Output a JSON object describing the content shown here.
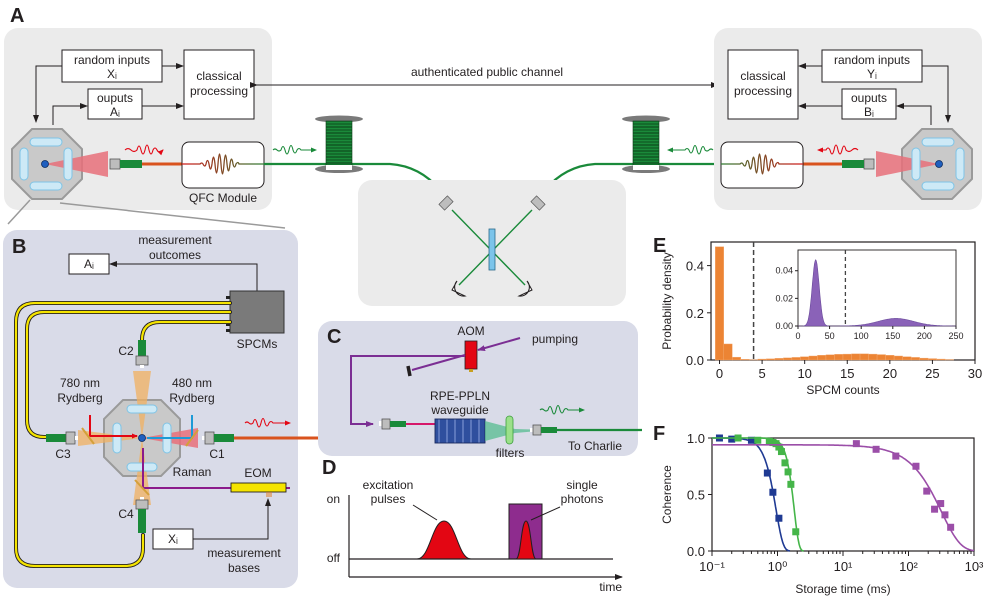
{
  "panel_a": {
    "letter": "A",
    "alice": {
      "random_inputs_label": "random inputs",
      "random_inputs_var": "Xᵢ",
      "outputs_label": "ouputs",
      "outputs_var": "Aᵢ",
      "processing_line1": "classical",
      "processing_line2": "processing",
      "qfc_label": "QFC Module"
    },
    "bob": {
      "random_inputs_label": "random inputs",
      "random_inputs_var": "Yᵢ",
      "outputs_label": "ouputs",
      "outputs_var": "Bᵢ",
      "processing_line1": "classical",
      "processing_line2": "processing"
    },
    "channel_label": "authenticated public channel"
  },
  "panel_b": {
    "letter": "B",
    "outcome_box": "Aᵢ",
    "outcome_label_1": "measurement",
    "outcome_label_2": "outcomes",
    "spcm_label": "SPCMs",
    "c1": "C1",
    "c2": "C2",
    "c3": "C3",
    "c4": "C4",
    "laser780_1": "780 nm",
    "laser780_2": "Rydberg",
    "laser480_1": "480 nm",
    "laser480_2": "Rydberg",
    "raman": "Raman",
    "eom": "EOM",
    "bases_box": "Xᵢ",
    "bases_label_1": "measurement",
    "bases_label_2": "bases"
  },
  "panel_c": {
    "letter": "C",
    "aom": "AOM",
    "pumping": "pumping",
    "wg_1": "RPE-PPLN",
    "wg_2": "waveguide",
    "filters": "filters",
    "to_charlie": "To Charlie"
  },
  "panel_d": {
    "letter": "D",
    "on": "on",
    "off": "off",
    "time": "time",
    "excitation_1": "excitation",
    "excitation_2": "pulses",
    "single_1": "single",
    "single_2": "photons"
  },
  "colors": {
    "panel_gray": "#ebebeb",
    "panel_blue": "#d9dbe8",
    "fiber_green": "#1a8a3a",
    "fiber_yellow": "#f5e400",
    "fiber_orange": "#d9531e",
    "laser_red": "#e30613",
    "laser_blue": "#1d9ad6",
    "raman_purple": "#8b1a8b",
    "hist_orange": "#ec8434",
    "hist_purple": "#8a62b8",
    "fit_blue": "#1f3a93",
    "fit_green": "#45b549",
    "fit_purple": "#9b4ea8"
  },
  "chart_data": [
    {
      "panel": "E",
      "type": "bar",
      "xlabel": "SPCM counts",
      "ylabel": "Probability density",
      "xlim": [
        -1,
        30
      ],
      "ylim": [
        0,
        0.5
      ],
      "xticks": [
        "0",
        "5",
        "10",
        "15",
        "20",
        "25",
        "30"
      ],
      "yticks": [
        "0.0",
        "0.2",
        "0.4"
      ],
      "threshold": 4,
      "bins": [
        0,
        1,
        2,
        3,
        4,
        5,
        6,
        7,
        8,
        9,
        10,
        11,
        12,
        13,
        14,
        15,
        16,
        17,
        18,
        19,
        20,
        21,
        22,
        23,
        24,
        25,
        26,
        27
      ],
      "values": [
        0.48,
        0.068,
        0.012,
        0.003,
        0.001,
        0.004,
        0.005,
        0.007,
        0.009,
        0.011,
        0.014,
        0.017,
        0.02,
        0.022,
        0.024,
        0.025,
        0.026,
        0.026,
        0.025,
        0.023,
        0.02,
        0.017,
        0.014,
        0.011,
        0.008,
        0.006,
        0.004,
        0.002
      ],
      "inset": {
        "type": "area",
        "xlim": [
          0,
          250
        ],
        "ylim": [
          0,
          0.055
        ],
        "xticks": [
          "0",
          "50",
          "100",
          "150",
          "200",
          "250"
        ],
        "yticks": [
          "0.00",
          "0.02",
          "0.04"
        ],
        "threshold": 75,
        "peaks": [
          {
            "center": 28,
            "sigma": 5.5,
            "height": 0.048
          },
          {
            "center": 155,
            "sigma": 28,
            "height": 0.0055
          }
        ]
      }
    },
    {
      "panel": "F",
      "type": "scatter",
      "xlabel": "Storage time (ms)",
      "ylabel": "Coherence",
      "xscale": "log",
      "xlim": [
        0.1,
        1000
      ],
      "ylim": [
        0,
        1.0
      ],
      "xticks": [
        "10⁻¹",
        "10⁰",
        "10¹",
        "10²",
        "10³"
      ],
      "yticks": [
        "0.0",
        "0.5",
        "1.0"
      ],
      "series": [
        {
          "name": "blue",
          "color": "#1f3a93",
          "x": [
            0.13,
            0.2,
            0.4,
            0.7,
            0.85,
            1.05
          ],
          "y": [
            1.0,
            0.99,
            0.98,
            0.69,
            0.52,
            0.29
          ],
          "fit": {
            "A": 1.0,
            "tau": 0.95,
            "n": 4
          }
        },
        {
          "name": "green",
          "color": "#45b549",
          "x": [
            0.25,
            0.5,
            0.75,
            0.85,
            0.95,
            1.05,
            1.15,
            1.3,
            1.45,
            1.6,
            1.9
          ],
          "y": [
            1.0,
            0.98,
            0.97,
            0.96,
            0.95,
            0.92,
            0.88,
            0.78,
            0.7,
            0.59,
            0.17
          ],
          "fit": {
            "A": 1.0,
            "tau": 1.8,
            "n": 6
          }
        },
        {
          "name": "purple",
          "color": "#9b4ea8",
          "x": [
            16,
            32,
            64,
            130,
            190,
            250,
            310,
            360,
            440
          ],
          "y": [
            0.95,
            0.9,
            0.84,
            0.75,
            0.53,
            0.37,
            0.42,
            0.32,
            0.21
          ],
          "fit": {
            "A": 0.94,
            "tau": 320,
            "n": 1.5
          }
        }
      ]
    }
  ]
}
